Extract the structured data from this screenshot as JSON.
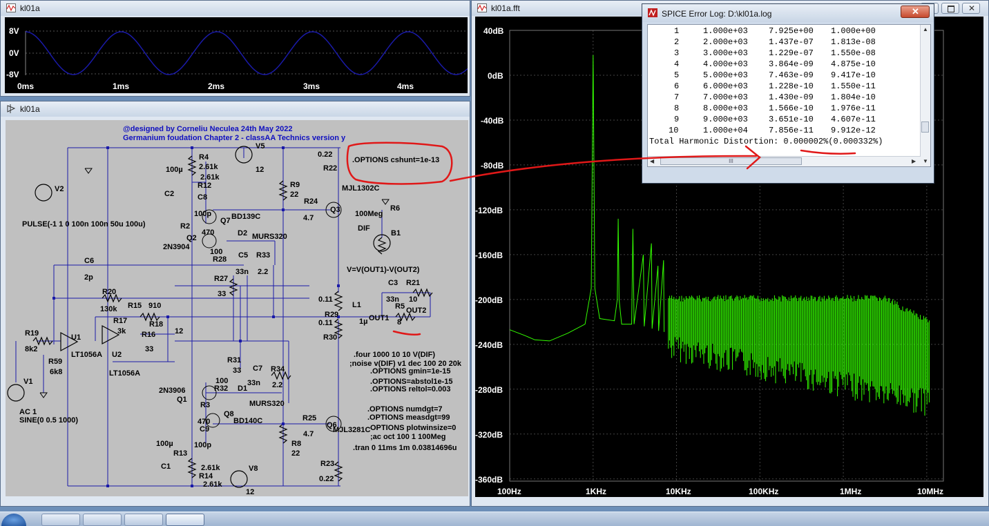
{
  "waveform_window": {
    "title": "kl01a",
    "y_labels": [
      "8V",
      "0V",
      "-8V"
    ],
    "x_labels": [
      "0ms",
      "1ms",
      "2ms",
      "3ms",
      "4ms"
    ]
  },
  "schematic_window": {
    "title": "kl01a",
    "header_lines": [
      "@designed by Corneliu Neculea 24th May 2022",
      "Germanium foudation Chapter 2 - classAA Technics version y"
    ],
    "labels": {
      "options_cshunt": ".OPTIONS cshunt=1e-13",
      "r22": "R22",
      "r22_val": "0.22",
      "v5": "V5",
      "v5_val": "12",
      "r4": "R4",
      "r4_val": "2.61k",
      "c2_val": "100µ",
      "r12_val": "2.61k",
      "r12": "R12",
      "c2": "C2",
      "c8": "C8",
      "c8_val": "100p",
      "r9": "R9",
      "r9_val": "22",
      "mjl1302c": "MJL1302C",
      "r24": "R24",
      "r24_val": "4.7",
      "q3": "Q3",
      "r6": "R6",
      "r6_val": "100Meg",
      "dif": "DIF",
      "b1": "B1",
      "v2": "V2",
      "pulse": "PULSE(-1 1 0 100n 100n 50u 100u)",
      "r2": "R2",
      "r2_val": "470",
      "q7": "Q7",
      "bd139c": "BD139C",
      "d2": "D2",
      "murs320_top": "MURS320",
      "q2": "Q2",
      "q2_model": "2N3904",
      "r28": "R28",
      "r28_val": "100",
      "c5": "C5",
      "c5_val": "33n",
      "r33": "R33",
      "r33_val": "2.2",
      "c6": "C6",
      "c6_val": "2p",
      "r27": "R27",
      "r27_val": "33",
      "vexpr": "V=V(OUT1)-V(OUT2)",
      "c3": "C3",
      "c3_val": "33n",
      "r21": "R21",
      "r21_val": "10",
      "r20": "R20",
      "r20_val": "130k",
      "r15": "R15",
      "r15_val": "910",
      "r17": "R17",
      "r17_val": "3k",
      "r18": "R18",
      "r18_val": "12",
      "r16": "R16",
      "r16_val": "33",
      "r19": "R19",
      "r19_val": "8k2",
      "u1": "U1",
      "u1_model": "LT1056A",
      "u2": "U2",
      "u2_model": "LT1056A",
      "r59": "R59",
      "r59_val": "6k8",
      "r29_val_top": "0.11",
      "r29": "R29",
      "r29_val_bot": "0.11",
      "r30": "R30",
      "l1": "L1",
      "l1_val": "1µ",
      "out1": "OUT1",
      "r5": "R5",
      "r5_val": "8",
      "out2": "OUT2",
      "four": ".four 1000 10 10 V(DIF)",
      "noise": ";noise v(DIF) v1 dec 100 20 20k",
      "gmin": ".OPTIONS gmin=1e-15",
      "abstol": ".OPTIONS=abstol1e-15",
      "reltol": ".OPTIONS reltol=0.003",
      "r31": "R31",
      "r31_val": "33",
      "c7": "C7",
      "c7_val": "33n",
      "r34": "R34",
      "r34_val": "2.2",
      "q1_model": "2N3906",
      "q1": "Q1",
      "r32_val": "100",
      "r32": "R32",
      "d1": "D1",
      "murs320_bot": "MURS320",
      "v1": "V1",
      "ac": "AC 1",
      "sine": "SINE(0 0.5 1000)",
      "numdgt": ".OPTIONS numdgt=7",
      "measdgt": ".OPTIONS measdgt=99",
      "plotwinsize": "OPTIONS plotwinsize=0",
      "acoct": ";ac oct 100 1 100Meg",
      "tran": ".tran 0 11ms 1m 0.03814696u",
      "r3": "R3",
      "r3_val": "470",
      "q8": "Q8",
      "bd140c": "BD140C",
      "c9": "C9",
      "c9_val": "100p",
      "r25": "R25",
      "r25_val": "4.7",
      "q6": "Q6",
      "mjl3281c": "MJL3281C",
      "r8": "R8",
      "r8_val": "22",
      "c1_val": "100µ",
      "r13": "R13",
      "c1": "C1",
      "r14_val_a": "2.61k",
      "r14": "R14",
      "r14_val_b": "2.61k",
      "v8": "V8",
      "v8_val": "12",
      "r23": "R23",
      "r23_val": "0.22"
    }
  },
  "fft_window": {
    "title": "kl01a.fft",
    "y_labels": [
      "40dB",
      "0dB",
      "-40dB",
      "-80dB",
      "-120dB",
      "-160dB",
      "-200dB",
      "-240dB",
      "-280dB",
      "-320dB",
      "-360dB"
    ],
    "x_labels": [
      "100Hz",
      "1KHz",
      "10KHz",
      "100KHz",
      "1MHz",
      "10MHz"
    ]
  },
  "error_log": {
    "title": "SPICE Error Log: D:\\kl01a.log",
    "rows": [
      [
        "1",
        "1.000e+03",
        "7.925e+00",
        "1.000e+00"
      ],
      [
        "2",
        "2.000e+03",
        "1.437e-07",
        "1.813e-08"
      ],
      [
        "3",
        "3.000e+03",
        "1.229e-07",
        "1.550e-08"
      ],
      [
        "4",
        "4.000e+03",
        "3.864e-09",
        "4.875e-10"
      ],
      [
        "5",
        "5.000e+03",
        "7.463e-09",
        "9.417e-10"
      ],
      [
        "6",
        "6.000e+03",
        "1.228e-10",
        "1.550e-11"
      ],
      [
        "7",
        "7.000e+03",
        "1.430e-09",
        "1.804e-10"
      ],
      [
        "8",
        "8.000e+03",
        "1.566e-10",
        "1.976e-11"
      ],
      [
        "9",
        "9.000e+03",
        "3.651e-10",
        "4.607e-11"
      ],
      [
        "10",
        "1.000e+04",
        "7.856e-11",
        "9.912e-12"
      ]
    ],
    "thd_line": "Total Harmonic Distortion: 0.000002%(0.000332%)",
    "hscroll_grip": "III"
  },
  "colors": {
    "annotation_red": "#e01818",
    "trace_green": "#33ff00",
    "wave_blue": "#1a1aa8"
  }
}
